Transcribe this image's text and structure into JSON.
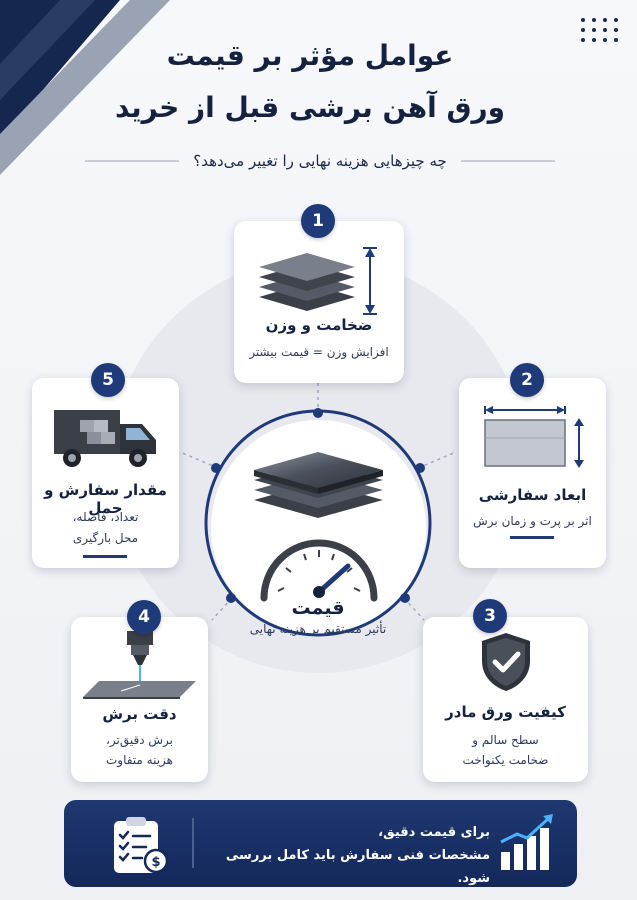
{
  "title": {
    "line1": "عوامل مؤثر بر قیمت",
    "line2": "ورق آهن برشی قبل از خرید"
  },
  "subtitle": "چه چیزهایی هزینه نهایی را تغییر می‌دهد؟",
  "center": {
    "title": "قیمت",
    "desc": "تأثیر مستقیم بر هزینه نهایی"
  },
  "factors": [
    {
      "num": "1",
      "title": "ضخامت و وزن",
      "desc1": "افزایش وزن = قیمت بیشتر",
      "desc2": "",
      "icon": "steel-stack-icon"
    },
    {
      "num": "2",
      "title": "ابعاد سفارشی",
      "desc1": "اثر بر پرت و زمان برش",
      "desc2": "",
      "icon": "dimension-sheet-icon"
    },
    {
      "num": "3",
      "title": "کیفیت ورق مادر",
      "desc1": "سطح سالم و",
      "desc2": "ضخامت یکنواخت",
      "icon": "shield-check-icon"
    },
    {
      "num": "4",
      "title": "دقت برش",
      "desc1": "برش دقیق‌تر،",
      "desc2": "هزینه متفاوت",
      "icon": "laser-cut-icon"
    },
    {
      "num": "5",
      "title": "مقدار سفارش و حمل",
      "desc1": "تعداد، فاصله،",
      "desc2": "محل بارگیری",
      "icon": "truck-icon"
    }
  ],
  "cta": {
    "line1": "برای قیمت دقیق،",
    "line2": "مشخصات فنی سفارش باید کامل بررسی شود.",
    "icons": [
      "checklist-icon",
      "growth-chart-icon"
    ]
  },
  "colors": {
    "navy": "#1f3a78",
    "dark": "#14213f",
    "ring": "#e7e9ee",
    "background": "#f3f4f7"
  }
}
